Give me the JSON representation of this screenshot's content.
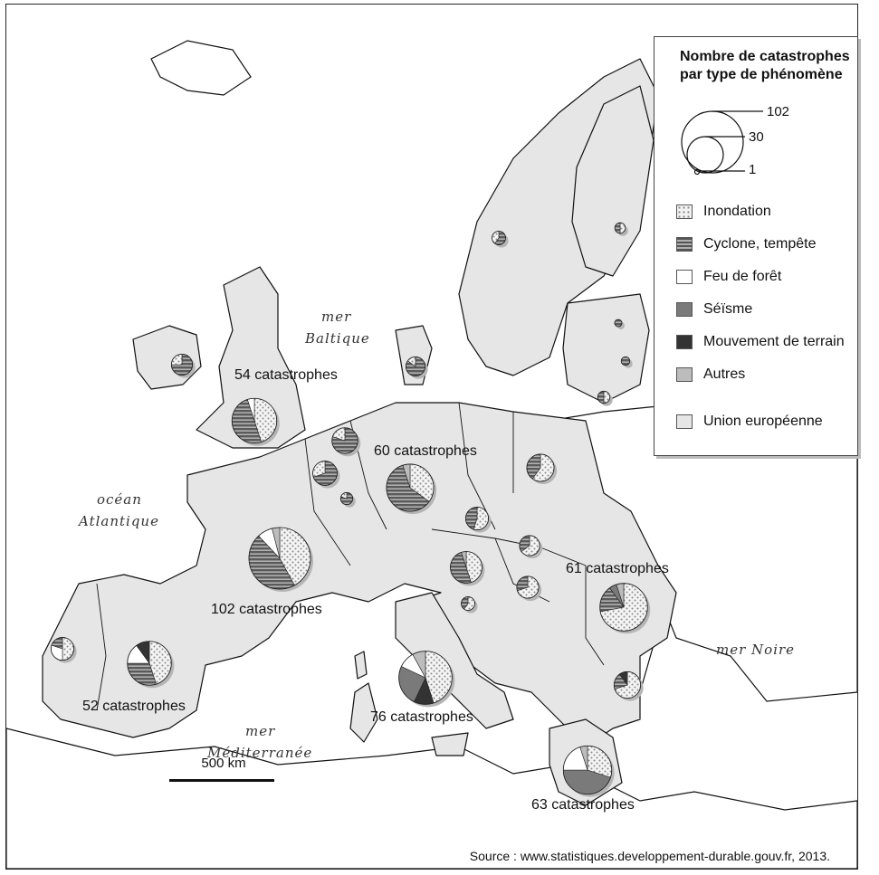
{
  "legend": {
    "title_line1": "Nombre de catastrophes",
    "title_line2": "par type de phénomène",
    "sizes": [
      "102",
      "30",
      "1"
    ],
    "items": [
      {
        "label": "Inondation",
        "pattern": "dots"
      },
      {
        "label": "Cyclone, tempête",
        "pattern": "stripes"
      },
      {
        "label": "Feu de forêt",
        "pattern": "white"
      },
      {
        "label": "Séïsme",
        "pattern": "mid"
      },
      {
        "label": "Mouvement de terrain",
        "pattern": "dark"
      },
      {
        "label": "Autres",
        "pattern": "light"
      }
    ],
    "eu_label": "Union européenne"
  },
  "colors": {
    "eu_fill": "#e6e6e6",
    "land_fill": "#ffffff",
    "inondation": "#f2f2f2",
    "cyclone": "#6e6e6e",
    "feu": "#ffffff",
    "seisme": "#8a8a8a",
    "mouvement": "#3a3a3a",
    "autres": "#bcbcbc"
  },
  "seas": {
    "baltique_1": "mer",
    "baltique_2": "Baltique",
    "atlantique_1": "océan",
    "atlantique_2": "Atlantique",
    "noire": "mer Noire",
    "mediterranee_1": "mer",
    "mediterranee_2": "Méditerranée"
  },
  "labels": {
    "uk": "54 catastrophes",
    "germany": "60 catastrophes",
    "france": "102 catastrophes",
    "romania": "61 catastrophes",
    "spain": "52 catastrophes",
    "italy": "76 catastrophes",
    "greece": "63 catastrophes"
  },
  "scale": "500 km",
  "source": "Source : www.statistiques.developpement-durable.gouv.fr, 2013.",
  "pies": [
    {
      "id": "france",
      "total": 102,
      "parts": [
        [
          "inondation",
          0.42
        ],
        [
          "cyclone",
          0.46
        ],
        [
          "feu",
          0.08
        ],
        [
          "autres",
          0.04
        ]
      ]
    },
    {
      "id": "italy",
      "total": 76,
      "parts": [
        [
          "inondation",
          0.45
        ],
        [
          "mouvement",
          0.12
        ],
        [
          "seisme",
          0.25
        ],
        [
          "feu",
          0.1
        ],
        [
          "autres",
          0.08
        ]
      ]
    },
    {
      "id": "greece",
      "total": 63,
      "parts": [
        [
          "inondation",
          0.3
        ],
        [
          "seisme",
          0.45
        ],
        [
          "feu",
          0.2
        ],
        [
          "autres",
          0.05
        ]
      ]
    },
    {
      "id": "romania",
      "total": 61,
      "parts": [
        [
          "inondation",
          0.72
        ],
        [
          "cyclone",
          0.18
        ],
        [
          "seisme",
          0.05
        ],
        [
          "autres",
          0.05
        ]
      ]
    },
    {
      "id": "germany",
      "total": 60,
      "parts": [
        [
          "inondation",
          0.35
        ],
        [
          "cyclone",
          0.6
        ],
        [
          "autres",
          0.05
        ]
      ]
    },
    {
      "id": "uk",
      "total": 54,
      "parts": [
        [
          "inondation",
          0.45
        ],
        [
          "cyclone",
          0.5
        ],
        [
          "feu",
          0.05
        ]
      ]
    },
    {
      "id": "spain",
      "total": 52,
      "parts": [
        [
          "inondation",
          0.45
        ],
        [
          "cyclone",
          0.3
        ],
        [
          "feu",
          0.15
        ],
        [
          "mouvement",
          0.1
        ]
      ]
    },
    {
      "id": "netherlands",
      "total": 18,
      "parts": [
        [
          "cyclone",
          0.8
        ],
        [
          "inondation",
          0.2
        ]
      ]
    },
    {
      "id": "belgium",
      "total": 16,
      "parts": [
        [
          "cyclone",
          0.7
        ],
        [
          "inondation",
          0.3
        ]
      ]
    },
    {
      "id": "luxembourg",
      "total": 4,
      "parts": [
        [
          "cyclone",
          0.8
        ],
        [
          "inondation",
          0.2
        ]
      ]
    },
    {
      "id": "ireland",
      "total": 12,
      "parts": [
        [
          "cyclone",
          0.75
        ],
        [
          "inondation",
          0.25
        ]
      ]
    },
    {
      "id": "denmark",
      "total": 10,
      "parts": [
        [
          "cyclone",
          0.85
        ],
        [
          "inondation",
          0.15
        ]
      ]
    },
    {
      "id": "sweden",
      "total": 5,
      "parts": [
        [
          "cyclone",
          0.6
        ],
        [
          "inondation",
          0.4
        ]
      ]
    },
    {
      "id": "finland",
      "total": 3,
      "parts": [
        [
          "inondation",
          0.5
        ],
        [
          "cyclone",
          0.5
        ]
      ]
    },
    {
      "id": "estonia",
      "total": 1,
      "parts": [
        [
          "cyclone",
          1.0
        ]
      ]
    },
    {
      "id": "latvia",
      "total": 2,
      "parts": [
        [
          "cyclone",
          1.0
        ]
      ]
    },
    {
      "id": "lithuania",
      "total": 4,
      "parts": [
        [
          "inondation",
          0.5
        ],
        [
          "cyclone",
          0.5
        ]
      ]
    },
    {
      "id": "poland",
      "total": 20,
      "parts": [
        [
          "inondation",
          0.6
        ],
        [
          "cyclone",
          0.4
        ]
      ]
    },
    {
      "id": "czechia",
      "total": 14,
      "parts": [
        [
          "inondation",
          0.55
        ],
        [
          "cyclone",
          0.45
        ]
      ]
    },
    {
      "id": "slovakia",
      "total": 11,
      "parts": [
        [
          "inondation",
          0.65
        ],
        [
          "cyclone",
          0.35
        ]
      ]
    },
    {
      "id": "austria",
      "total": 27,
      "parts": [
        [
          "inondation",
          0.45
        ],
        [
          "cyclone",
          0.5
        ],
        [
          "autres",
          0.05
        ]
      ]
    },
    {
      "id": "hungary",
      "total": 13,
      "parts": [
        [
          "inondation",
          0.7
        ],
        [
          "cyclone",
          0.3
        ]
      ]
    },
    {
      "id": "slovenia",
      "total": 5,
      "parts": [
        [
          "inondation",
          0.6
        ],
        [
          "cyclone",
          0.4
        ]
      ]
    },
    {
      "id": "bulgaria",
      "total": 19,
      "parts": [
        [
          "inondation",
          0.7
        ],
        [
          "cyclone",
          0.2
        ],
        [
          "mouvement",
          0.1
        ]
      ]
    },
    {
      "id": "portugal",
      "total": 14,
      "parts": [
        [
          "inondation",
          0.5
        ],
        [
          "feu",
          0.3
        ],
        [
          "cyclone",
          0.2
        ]
      ]
    }
  ]
}
